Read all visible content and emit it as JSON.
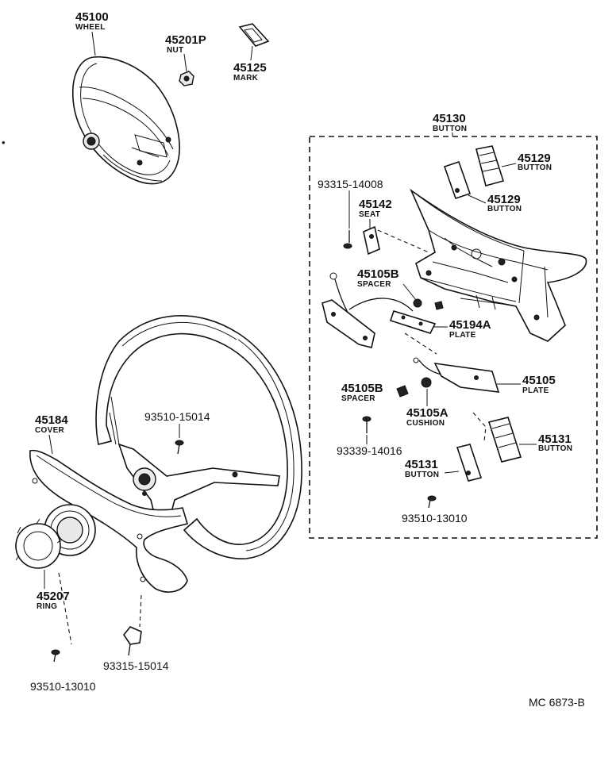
{
  "parts": {
    "wheel": {
      "number": "45100",
      "name": "WHEEL"
    },
    "nut": {
      "number": "45201P",
      "name": "NUT"
    },
    "mark": {
      "number": "45125",
      "name": "MARK"
    },
    "button_assy": {
      "number": "45130",
      "name": "BUTTON"
    },
    "button_129a": {
      "number": "45129",
      "name": "BUTTON"
    },
    "button_129b": {
      "number": "45129",
      "name": "BUTTON"
    },
    "screw_93315_14008": {
      "number": "93315-14008"
    },
    "seat": {
      "number": "45142",
      "name": "SEAT"
    },
    "spacer_a": {
      "number": "45105B",
      "name": "SPACER"
    },
    "plate_194a": {
      "number": "45194A",
      "name": "PLATE"
    },
    "spacer_b": {
      "number": "45105B",
      "name": "SPACER"
    },
    "plate_105": {
      "number": "45105",
      "name": "PLATE"
    },
    "cushion": {
      "number": "45105A",
      "name": "CUSHION"
    },
    "screw_93339_14016": {
      "number": "93339-14016"
    },
    "button_131a": {
      "number": "45131",
      "name": "BUTTON"
    },
    "button_131b": {
      "number": "45131",
      "name": "BUTTON"
    },
    "screw_93510_13010_right": {
      "number": "93510-13010"
    },
    "screw_93510_15014": {
      "number": "93510-15014"
    },
    "cover": {
      "number": "45184",
      "name": "COVER"
    },
    "ring": {
      "number": "45207",
      "name": "RING"
    },
    "screw_93315_15014": {
      "number": "93315-15014"
    },
    "screw_93510_13010_left": {
      "number": "93510-13010"
    }
  },
  "diagram_code": "MC 6873-B"
}
